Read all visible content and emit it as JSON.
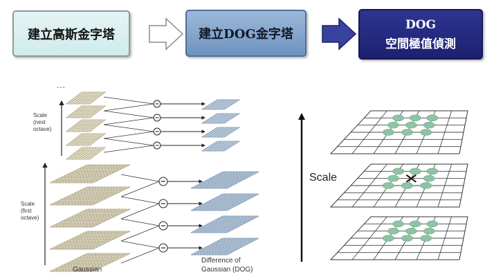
{
  "flow": {
    "step1": "建立高斯金字塔",
    "step2": "建立DOG金字塔",
    "step3_line1": "DOG",
    "step3_line2": "空間極值偵測"
  },
  "pyramid": {
    "dots": "...",
    "scale_next_line1": "Scale",
    "scale_next_line2": "(next",
    "scale_next_line3": "octave)",
    "scale_first_line1": "Scale",
    "scale_first_line2": "(first",
    "scale_first_line3": "octave)",
    "gaussian_label": "Gaussian",
    "dog_label_line1": "Difference of",
    "dog_label_line2": "Gaussian (DOG)",
    "minus_symbol": "−"
  },
  "extrema": {
    "scale_label": "Scale"
  },
  "colors": {
    "gaussian_grid": "#a59a78",
    "dog_grid": "#6e8aa8",
    "ellipse": "#8ec3a4",
    "step3_bg": "#1e2373"
  }
}
